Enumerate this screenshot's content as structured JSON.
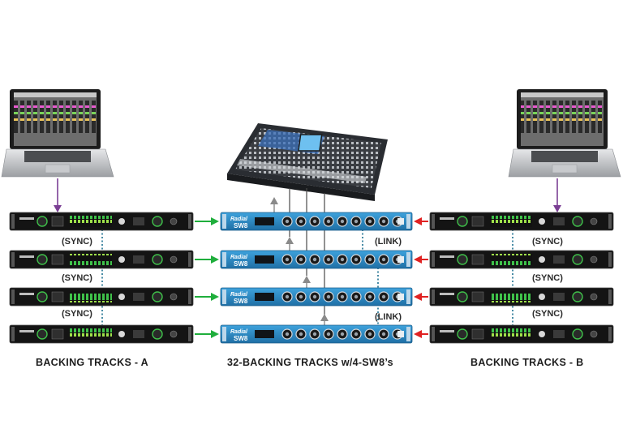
{
  "labels": {
    "left_sync": [
      "(SYNC)",
      "(SYNC)",
      "(SYNC)"
    ],
    "right_sync": [
      "(SYNC)",
      "(SYNC)",
      "(SYNC)"
    ],
    "link": [
      "(LINK)",
      "(LINK)"
    ]
  },
  "captions": {
    "left": "BACKING TRACKS - A",
    "center": "32-BACKING TRACKS w/4-SW8’s",
    "right": "BACKING TRACKS - B"
  },
  "switcher": {
    "brand": "Radial",
    "model": "SW8"
  },
  "colors": {
    "sync_link": "#7b3f94",
    "arrow_a": "#1fae3c",
    "arrow_b": "#e02222",
    "output": "#8a8a8a",
    "dotted": "#1c6f8f",
    "switcher_blue": "#2c8ec9"
  }
}
